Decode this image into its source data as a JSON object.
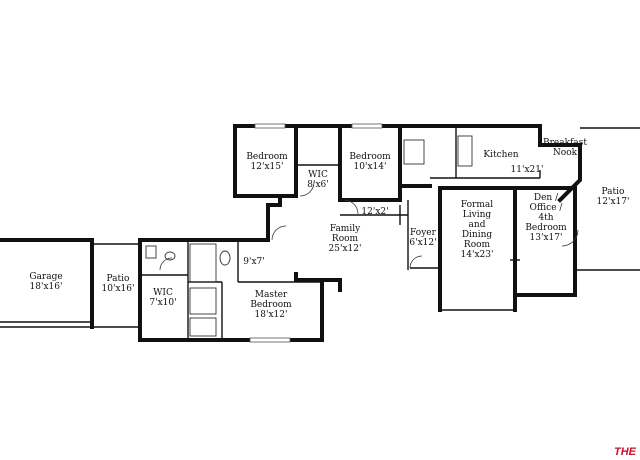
{
  "plan": {
    "rooms": [
      {
        "id": "garage",
        "lines": [
          "Garage",
          "18'x16'"
        ]
      },
      {
        "id": "patio-left",
        "lines": [
          "Patio",
          "10'x16'"
        ]
      },
      {
        "id": "wic-left",
        "lines": [
          "WIC",
          "7'x10'"
        ]
      },
      {
        "id": "closet",
        "lines": [
          "9'x7'"
        ]
      },
      {
        "id": "master-bedroom",
        "lines": [
          "Master",
          "Bedroom",
          "18'x12'"
        ]
      },
      {
        "id": "bedroom-1",
        "lines": [
          "Bedroom",
          "12'x15'"
        ]
      },
      {
        "id": "wic-mid",
        "lines": [
          "WIC",
          "8'x6'"
        ]
      },
      {
        "id": "bedroom-2",
        "lines": [
          "Bedroom",
          "10'x14'"
        ]
      },
      {
        "id": "hall",
        "lines": [
          "12'x2'"
        ]
      },
      {
        "id": "family-room",
        "lines": [
          "Family",
          "Room",
          "25'x12'"
        ]
      },
      {
        "id": "foyer",
        "lines": [
          "Foyer",
          "6'x12'"
        ]
      },
      {
        "id": "formal-living",
        "lines": [
          "Formal",
          "Living",
          "and",
          "Dining",
          "Room",
          "14'x23'"
        ]
      },
      {
        "id": "kitchen",
        "lines": [
          "Kitchen"
        ]
      },
      {
        "id": "kitchen-size",
        "lines": [
          "11'x21'"
        ]
      },
      {
        "id": "breakfast-nook",
        "lines": [
          "Breakfast",
          "Nook"
        ]
      },
      {
        "id": "den",
        "lines": [
          "Den /",
          "Office /",
          "4th",
          "Bedroom",
          "13'x17'"
        ]
      },
      {
        "id": "patio-right",
        "lines": [
          "Patio",
          "12'x17'"
        ]
      }
    ]
  },
  "watermark": {
    "text": "THE"
  }
}
